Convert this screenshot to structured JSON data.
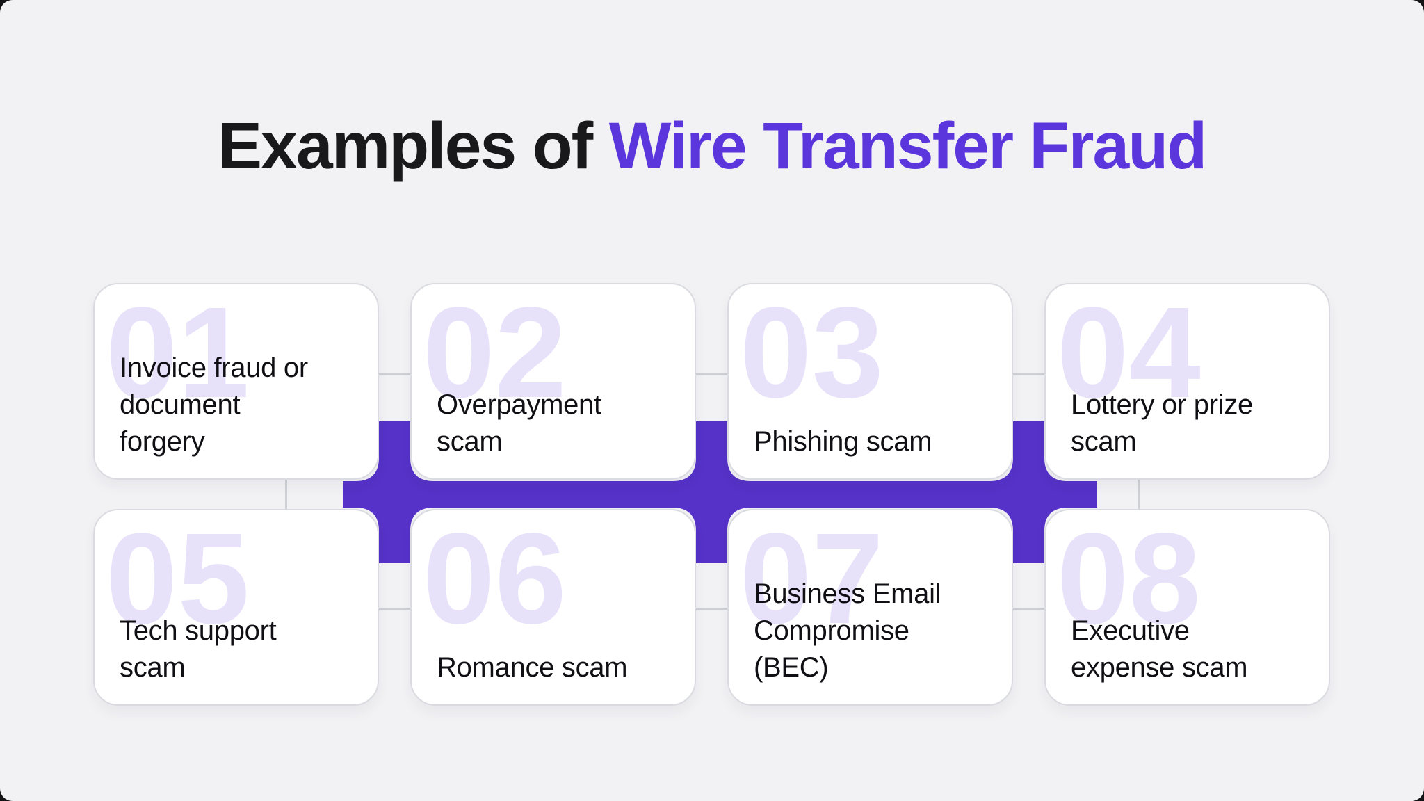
{
  "title": {
    "prefix": "Examples of",
    "highlight": "Wire Transfer Fraud"
  },
  "cards": [
    {
      "number": "01",
      "label": "Invoice fraud or\ndocument\nforgery"
    },
    {
      "number": "02",
      "label": "Overpayment\nscam"
    },
    {
      "number": "03",
      "label": "Phishing scam"
    },
    {
      "number": "04",
      "label": "Lottery or prize\nscam"
    },
    {
      "number": "05",
      "label": "Tech support\nscam"
    },
    {
      "number": "06",
      "label": "Romance scam"
    },
    {
      "number": "07",
      "label": "Business Email\nCompromise\n(BEC)"
    },
    {
      "number": "08",
      "label": "Executive\nexpense scam"
    }
  ],
  "colors": {
    "background": "#f2f2f5",
    "card": "#ffffff",
    "card_border": "#dadbe0",
    "connector_accent": "#5632c8",
    "connector_line": "#ced0d6",
    "number": "#e7e2fa",
    "title_dark": "#19191c",
    "title_accent": "#5b36dd",
    "label_text": "#101014"
  }
}
